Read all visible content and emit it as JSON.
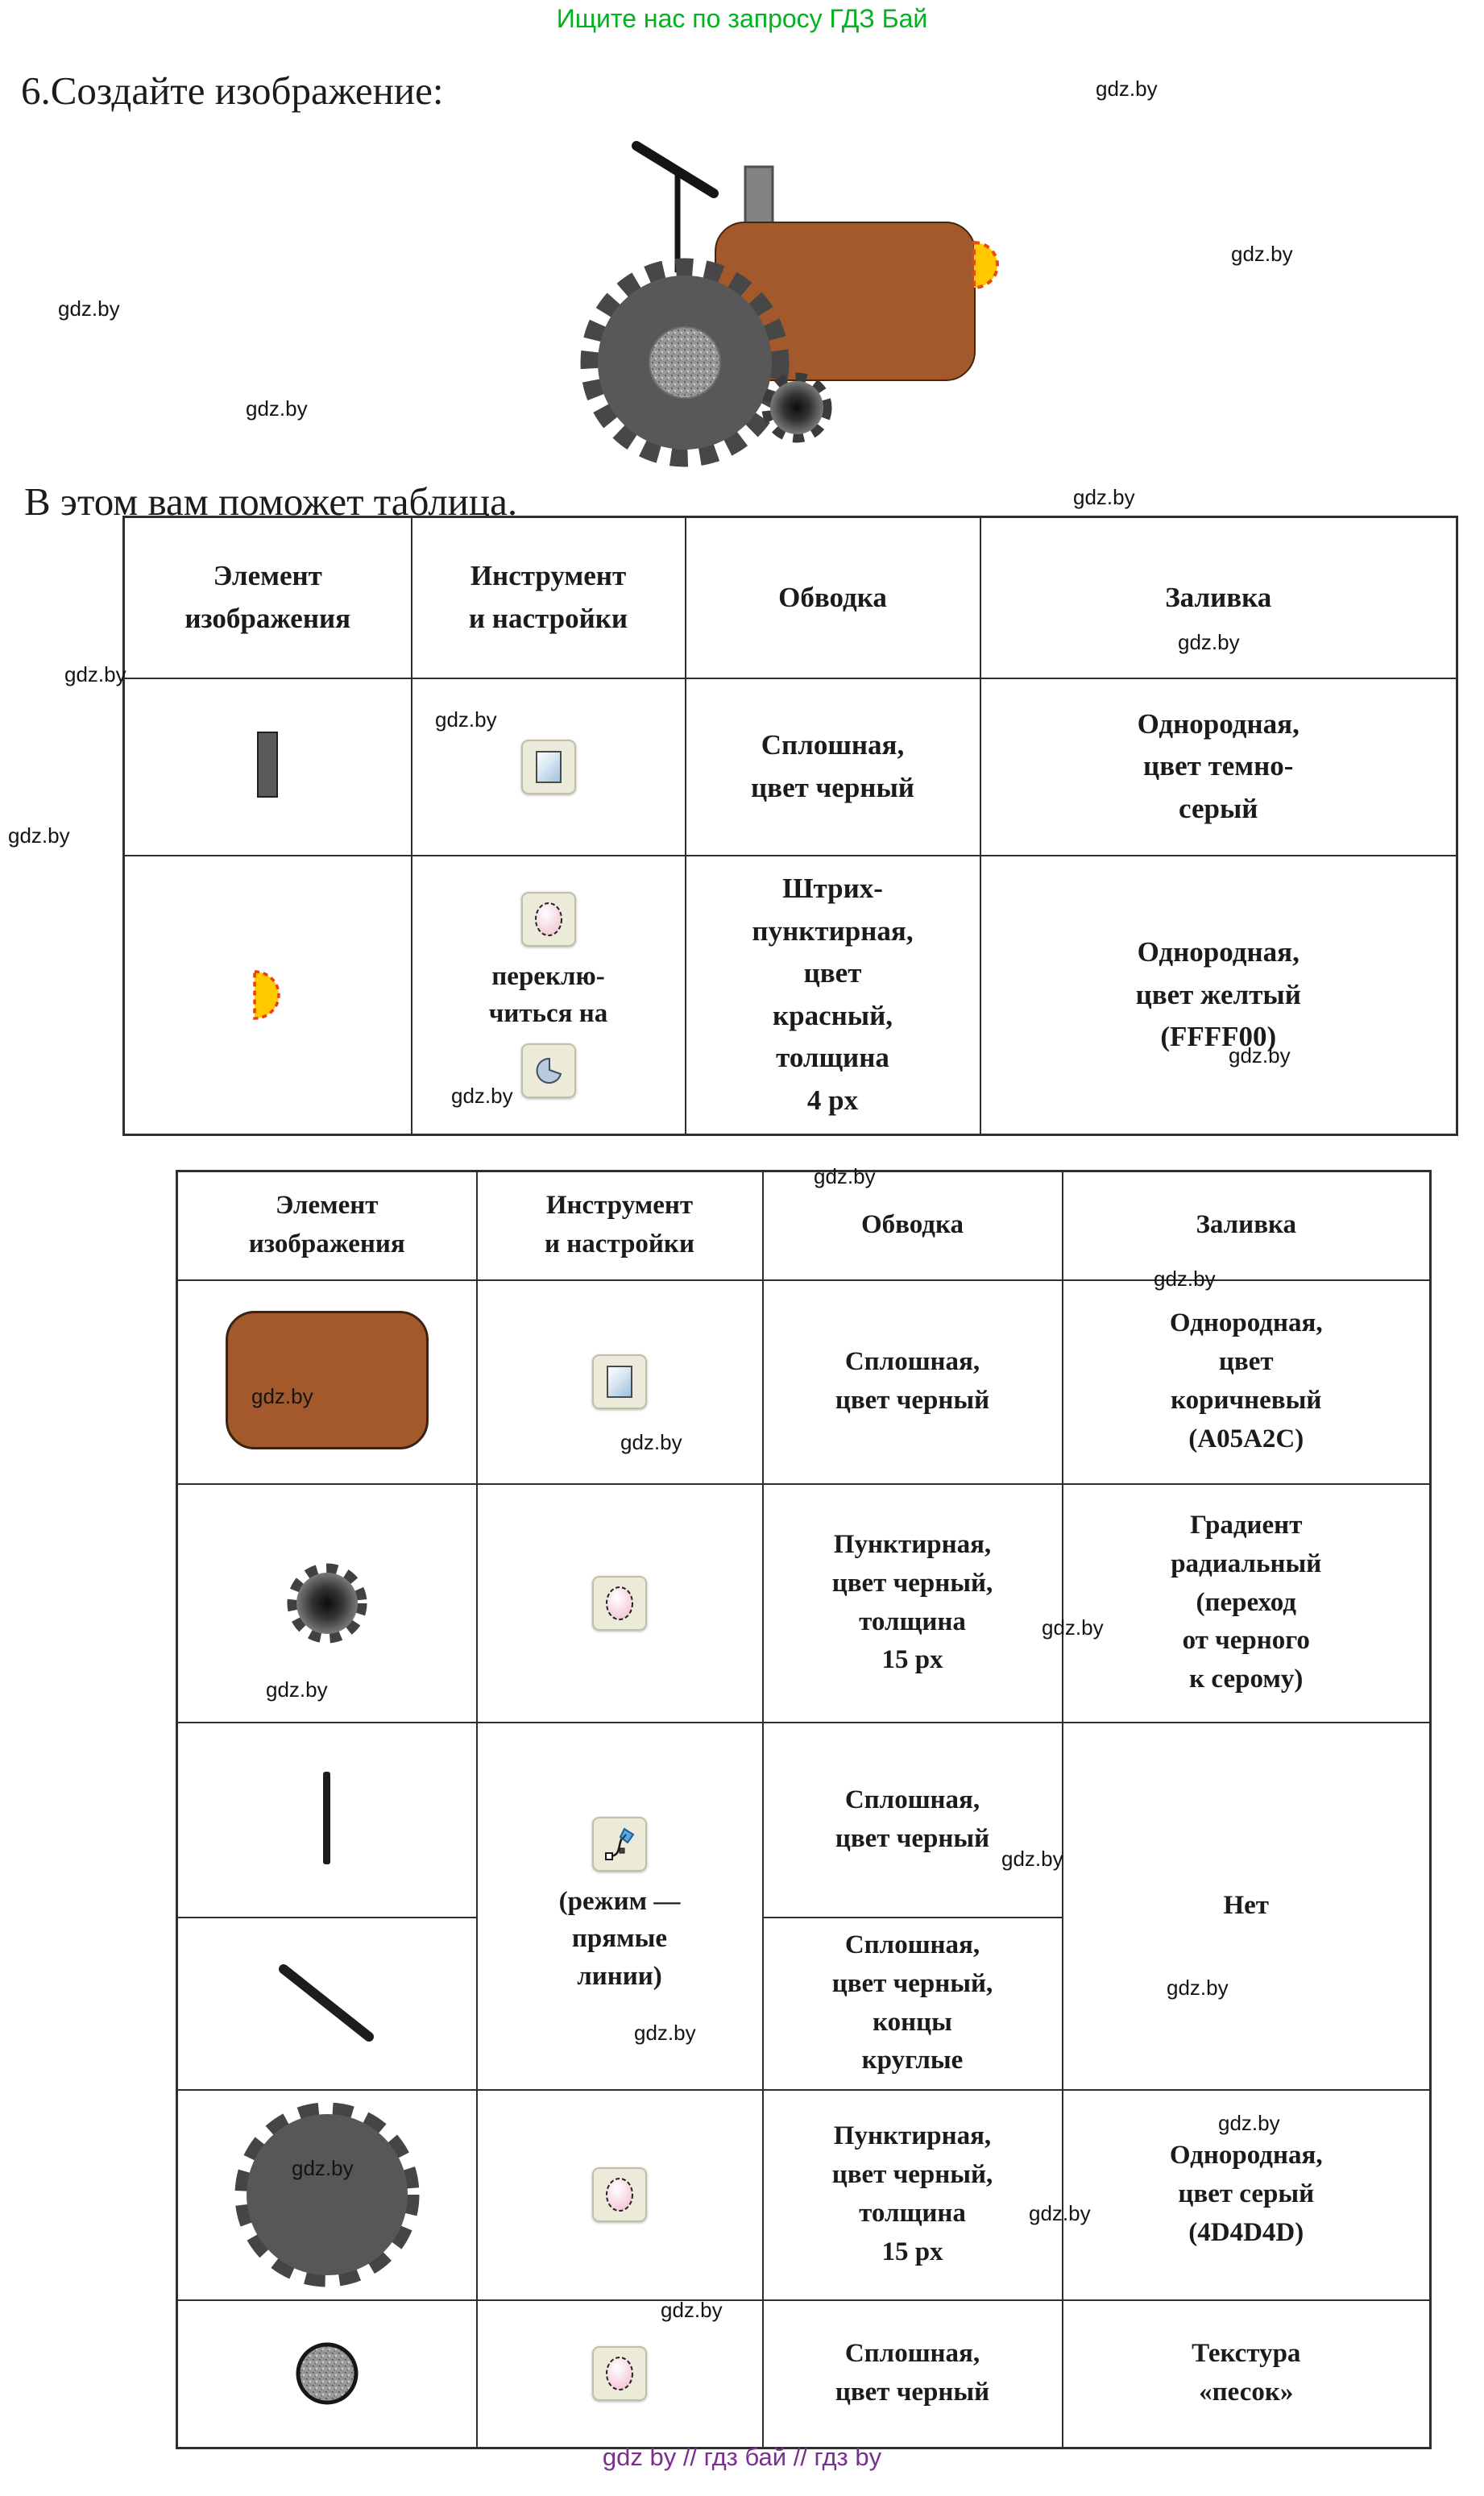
{
  "page": {
    "promo": "Ищите нас по запросу ГДЗ Бай",
    "title": "6.Создайте изображение:",
    "helper": "В этом вам поможет таблица.",
    "watermark": "gdz.by",
    "footer": "gdz by  //  гдз бай  //  гдз by"
  },
  "colors": {
    "promo_green": "#00b41e",
    "footer_purple": "#7b2f8f",
    "tractor_body_brown": "#A05A2C",
    "headlight_yellow": "#FFFF00",
    "big_wheel_gray": "#4D4D4D",
    "cab_dark_gray": "#595959"
  },
  "table1": {
    "headers": [
      "Элемент\nизображения",
      "Инструмент\nи настройки",
      "Обводка",
      "Заливка"
    ],
    "rows": [
      {
        "element_icon": "dark-gray-rectangle",
        "tool_icon": "rectangle-tool",
        "stroke": "Сплошная,\nцвет черный",
        "fill": "Однородная,\nцвет темно-\nсерый"
      },
      {
        "element_icon": "yellow-semicircle-red-dashed",
        "tool_icon": "ellipse-tool",
        "tool_note": "переклю-\nчиться на",
        "tool_icon_2": "arc-tool",
        "stroke": "Штрих-\nпунктирная,\nцвет\nкрасный,\nтолщина\n4 px",
        "fill": "Однородная,\nцвет желтый\n(FFFF00)"
      }
    ]
  },
  "table2": {
    "headers": [
      "Элемент\nизображения",
      "Инструмент\nи настройки",
      "Обводка",
      "Заливка"
    ],
    "rows": [
      {
        "element_icon": "brown-rounded-rectangle",
        "tool_icon": "rectangle-tool",
        "stroke": "Сплошная,\nцвет черный",
        "fill": "Однородная,\nцвет\nкоричневый\n(A05A2C)"
      },
      {
        "element_icon": "small-gear-wheel-radial-gradient",
        "tool_icon": "ellipse-tool",
        "stroke": "Пунктирная,\nцвет черный,\nтолщина\n15 px",
        "fill": "Градиент\nрадиальный\n(переход\nот черного\nк серому)"
      },
      {
        "element_icon": "vertical-line",
        "tool_icon": "bezier-tool",
        "tool_note": "(режим —\nпрямые\nлинии)",
        "stroke": "Сплошная,\nцвет черный",
        "fill": "Нет"
      },
      {
        "element_icon": "diagonal-line",
        "stroke": "Сплошная,\nцвет черный,\nконцы\nкруглые"
      },
      {
        "element_icon": "large-gear-wheel",
        "tool_icon": "ellipse-tool",
        "stroke": "Пунктирная,\nцвет черный,\nтолщина\n15 px",
        "fill": "Однородная,\nцвет серый\n(4D4D4D)"
      },
      {
        "element_icon": "sand-textured-circle",
        "tool_icon": "ellipse-tool",
        "stroke": "Сплошная,\nцвет черный",
        "fill": "Текстура\n«песок»"
      }
    ]
  }
}
